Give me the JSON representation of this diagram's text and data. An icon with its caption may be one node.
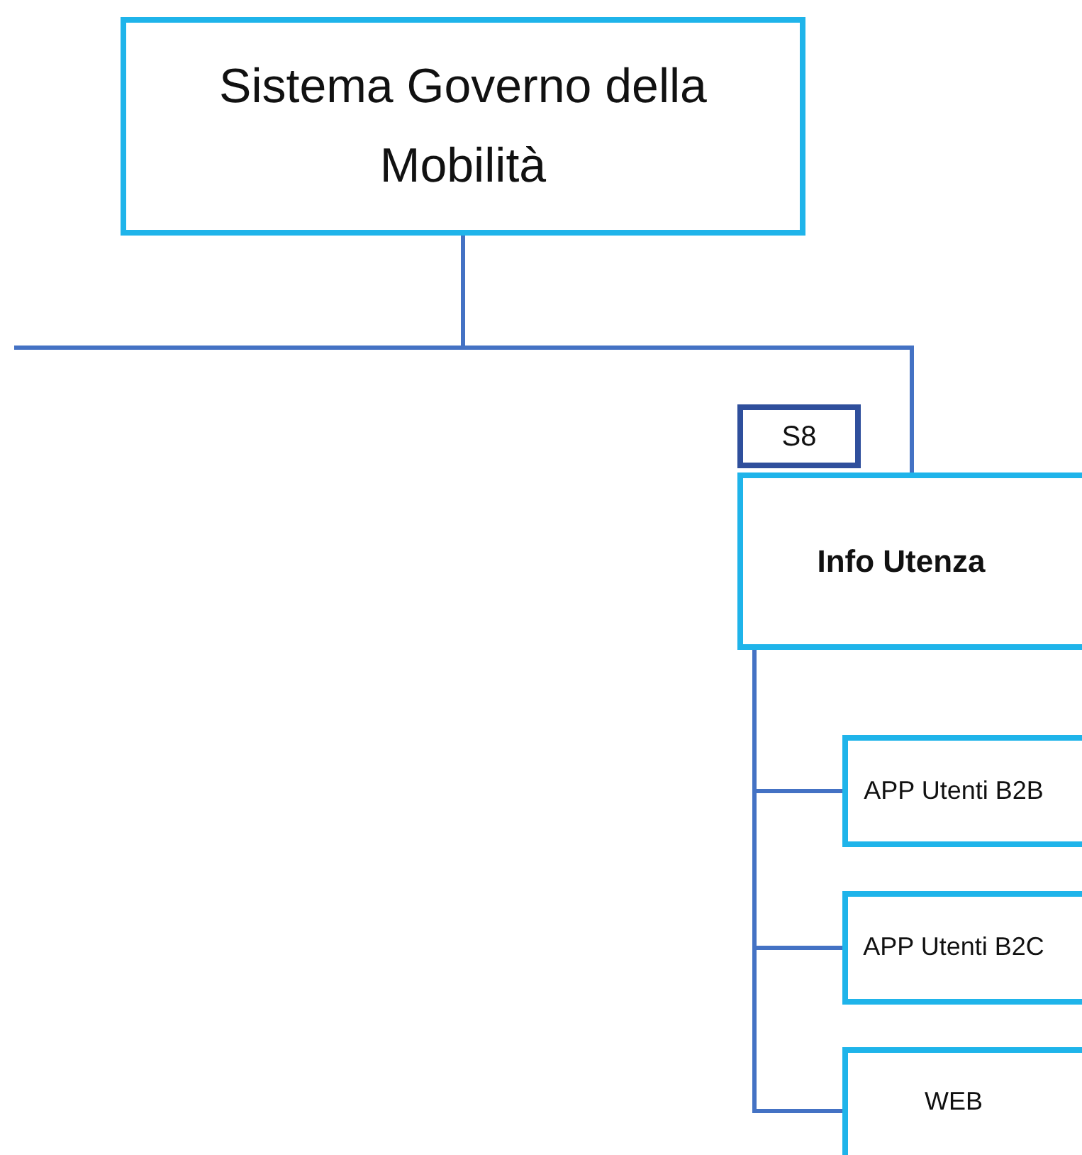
{
  "diagram": {
    "nodes": [
      {
        "text": [
          "Sistema Governo della Mobilità"
        ]
      },
      {
        "text": [
          "S8"
        ]
      },
      {
        "text": [
          "Info Utenza"
        ]
      },
      {
        "text": [
          "APP Utenti B2B"
        ]
      },
      {
        "text": [
          "APP Utenti B2C"
        ]
      },
      {
        "text": [
          "WEB"
        ]
      }
    ],
    "edges": [
      {
        "from": 0,
        "to": null,
        "arrow": "none"
      },
      {
        "from": 0,
        "to": 2,
        "arrow": "none"
      },
      {
        "from": 2,
        "to": 3,
        "arrow": "none"
      },
      {
        "from": 2,
        "to": 4,
        "arrow": "none"
      },
      {
        "from": 2,
        "to": 5,
        "arrow": "none"
      }
    ]
  }
}
